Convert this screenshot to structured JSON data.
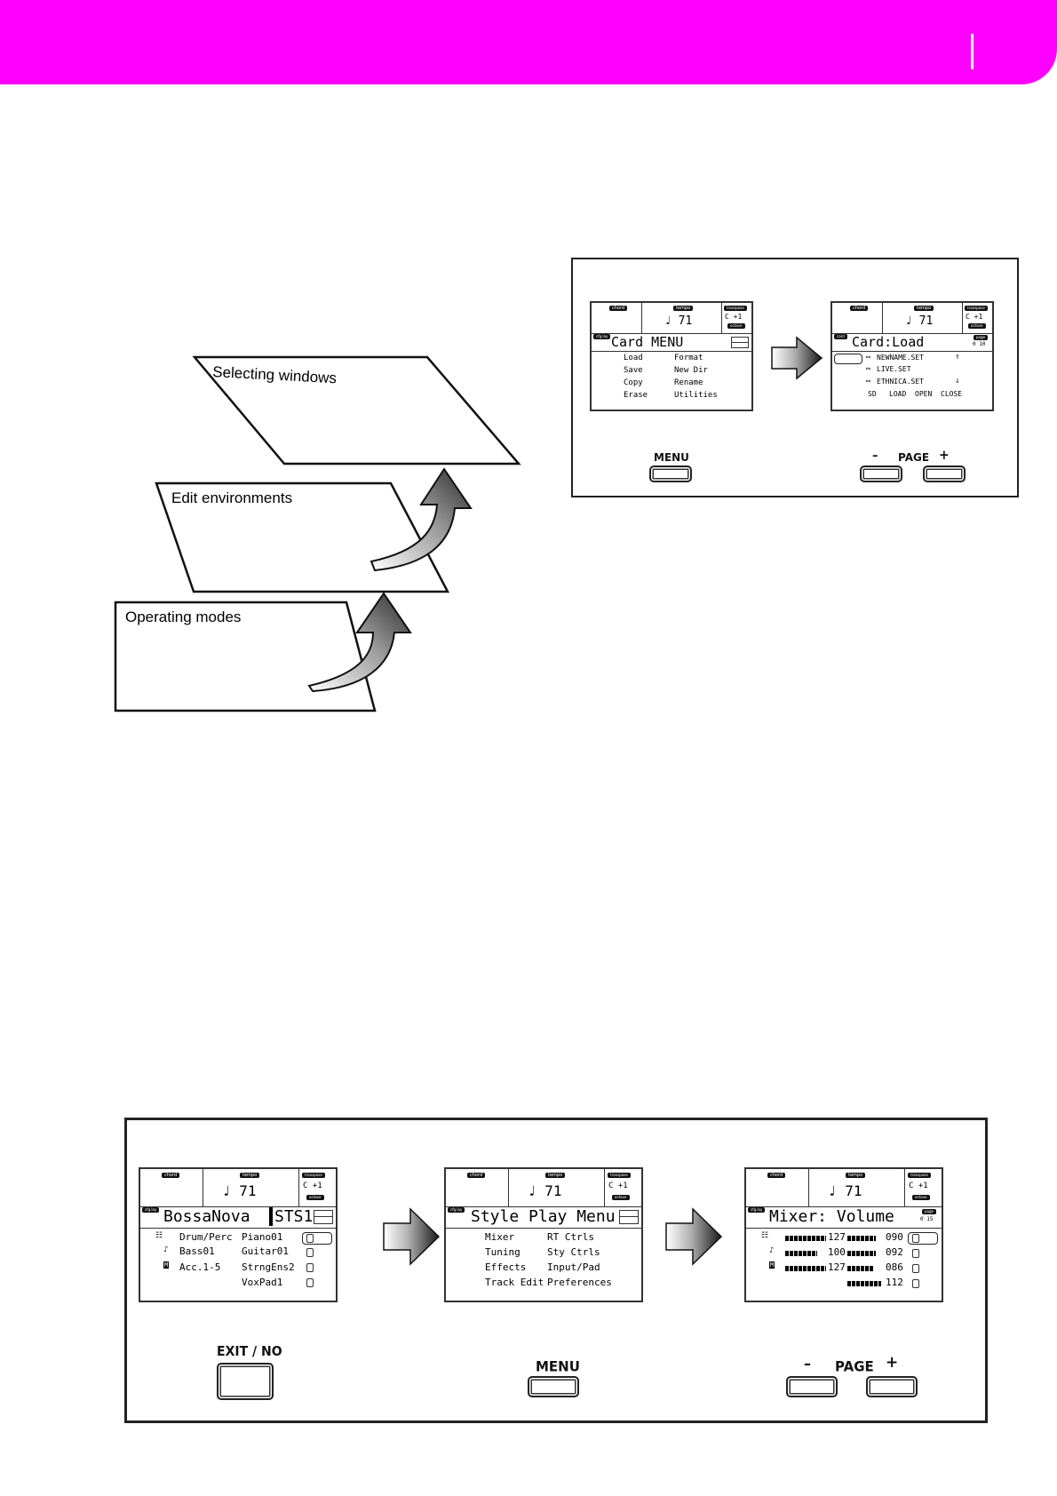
{
  "colors": {
    "header_band": "#ff00ff",
    "frame": "#222222",
    "text": "#000000"
  },
  "diagram": {
    "sheets": [
      "Selecting windows",
      "Edit environments",
      "Operating modes"
    ]
  },
  "figure_top": {
    "menu_display": {
      "tags": {
        "chord": "chord",
        "tempo": "tempo",
        "transpose": "transpose",
        "octave": "octave",
        "mode": "cfg.lay"
      },
      "tempo_value": "♩ 71",
      "transpose_value": "C +1",
      "title": "Card MENU",
      "items_left": [
        "Load",
        "Save",
        "Copy",
        "Erase"
      ],
      "items_right": [
        "Format",
        "New Dir",
        "Rename",
        "Utilities"
      ]
    },
    "load_display": {
      "tags": {
        "chord": "chord",
        "tempo": "tempo",
        "transpose": "transpose",
        "octave": "octave",
        "mode": "card",
        "page": "page"
      },
      "tempo_value": "♩ 71",
      "transpose_value": "C +1",
      "title": "Card:Load",
      "page_value": "0 10",
      "files": [
        "NEWNAME.SET",
        "LIVE.SET",
        "ETHNICA.SET"
      ],
      "scroll_up": "⇑",
      "scroll_down": "⇓",
      "commands": [
        "SD",
        "LOAD",
        "OPEN",
        "CLOSE"
      ]
    },
    "buttons": {
      "menu": "MENU",
      "page": "PAGE",
      "minus": "–",
      "plus": "+"
    }
  },
  "figure_bottom": {
    "style_display": {
      "tags": {
        "chord": "chord",
        "tempo": "tempo",
        "transpose": "transpose",
        "octave": "octave",
        "mode": "cfg.lay"
      },
      "tempo_value": "♩ 71",
      "transpose_value": "C +1",
      "title": "BossaNova",
      "title_right": "STS1",
      "track_icons": [
        "drum",
        "bass",
        "acc"
      ],
      "left_col": [
        "Drum/Perc",
        "Bass01",
        "Acc.1-5"
      ],
      "right_col": [
        "Piano01",
        "Guitar01",
        "StrngEns2",
        "VoxPad1"
      ]
    },
    "menu_display": {
      "tags": {
        "chord": "chord",
        "tempo": "tempo",
        "transpose": "transpose",
        "octave": "octave",
        "mode": "cfg.lay"
      },
      "tempo_value": "♩ 71",
      "transpose_value": "C +1",
      "title": "Style Play Menu",
      "items_left": [
        "Mixer",
        "Tuning",
        "Effects",
        "Track Edit"
      ],
      "items_right": [
        "RT Ctrls",
        "Sty Ctrls",
        "Input/Pad",
        "Preferences"
      ]
    },
    "mixer_display": {
      "tags": {
        "chord": "chord",
        "tempo": "tempo",
        "transpose": "transpose",
        "octave": "octave",
        "mode": "cfg.lay",
        "page": "page"
      },
      "tempo_value": "♩ 71",
      "transpose_value": "C +1",
      "title": "Mixer: Volume",
      "page_value": "0 15",
      "left_values": [
        "127",
        "100",
        "127"
      ],
      "right_values": [
        "090",
        "092",
        "086",
        "112"
      ]
    },
    "buttons": {
      "exit": "EXIT / NO",
      "menu": "MENU",
      "page": "PAGE",
      "minus": "–",
      "plus": "+"
    }
  }
}
